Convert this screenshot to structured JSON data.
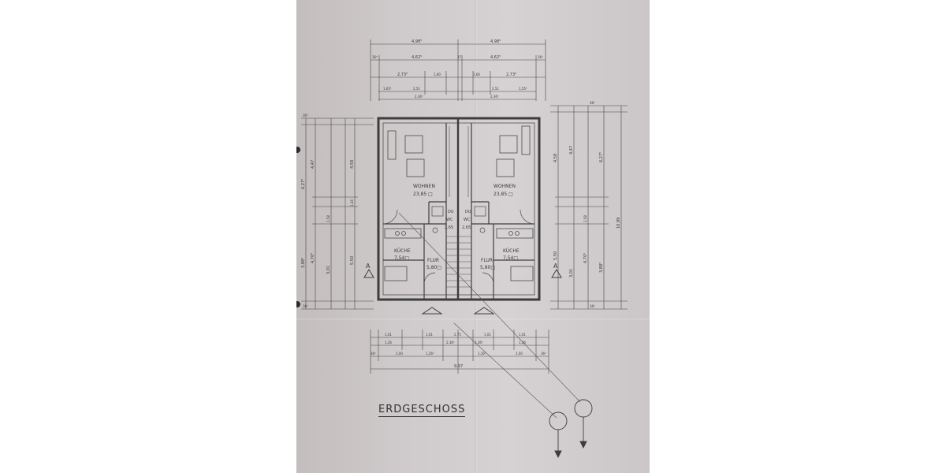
{
  "sheet_title": "ERDGESCHOSS",
  "rooms": {
    "left": {
      "wohnen": {
        "name": "WOHNEN",
        "area": "23,85 □"
      },
      "kueche": {
        "name": "KÜCHE",
        "area": "7,54□"
      },
      "flur": {
        "name": "FLUR",
        "area": "5,80□"
      },
      "wc": {
        "name": "WC",
        "area": "2,65"
      },
      "dusche": {
        "name": "DU"
      }
    },
    "right": {
      "wohnen": {
        "name": "WOHNEN",
        "area": "23,85 □"
      },
      "kueche": {
        "name": "KÜCHE",
        "area": "7,54□"
      },
      "flur": {
        "name": "FLUR",
        "area": "5,80□"
      },
      "wc": {
        "name": "WC",
        "area": "2,65"
      },
      "dusche": {
        "name": "DU"
      }
    }
  },
  "section_markers": {
    "left": "A",
    "right": "A"
  },
  "dimensions_top": {
    "row1": [
      "4,98⁵",
      "4,98⁵"
    ],
    "row2": [
      "36⁵",
      "4,62⁵",
      "37",
      "4,62⁵",
      "36⁵"
    ],
    "row3": [
      "2,73⁵",
      "1,60",
      "1,60",
      "2,73⁵"
    ],
    "row4": [
      "1,65⁵",
      "2,51",
      "2,51",
      "1,55⁵"
    ],
    "row5": [
      "2,36⁵",
      "2,36⁵"
    ]
  },
  "dimensions_left": [
    "6,27⁵",
    "4,47",
    "4,58",
    "3,88⁵",
    "4,70⁵",
    "3,01",
    "5,50",
    "1,26",
    "2,58",
    "36⁵",
    "36⁵"
  ],
  "dimensions_right": [
    "4,58",
    "4,47",
    "6,27⁵",
    "10,99",
    "2,58",
    "5,50",
    "3,01",
    "4,70⁵",
    "3,88⁵",
    "36⁵",
    "36⁵"
  ],
  "dimensions_bottom": {
    "row1": [
      "1,01",
      "1,01",
      "2,75",
      "1,01",
      "1,01"
    ],
    "row2": [
      "1,26",
      "2,36⁵",
      "2,36⁵",
      "1,26"
    ],
    "row3": [
      "36⁵",
      "2,00",
      "1,26⁵",
      "1,26⁵",
      "2,00",
      "36⁵"
    ],
    "total": "9,97"
  }
}
